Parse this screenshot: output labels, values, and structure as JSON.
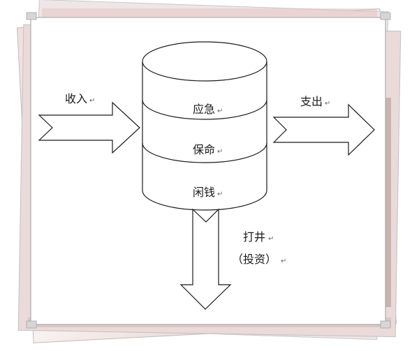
{
  "diagram": {
    "income_label": "收入",
    "expense_label": "支出",
    "layers": [
      "应急",
      "保命",
      "闲钱"
    ],
    "invest_label_1": "打井",
    "invest_label_2": "（投资）",
    "return_mark": "↵"
  },
  "colors": {
    "frame_gray": "#c8c8c8",
    "photo_pink": "#e8c9c9",
    "photo_dark": "#7a4a3a",
    "line": "#1a1a1a"
  }
}
